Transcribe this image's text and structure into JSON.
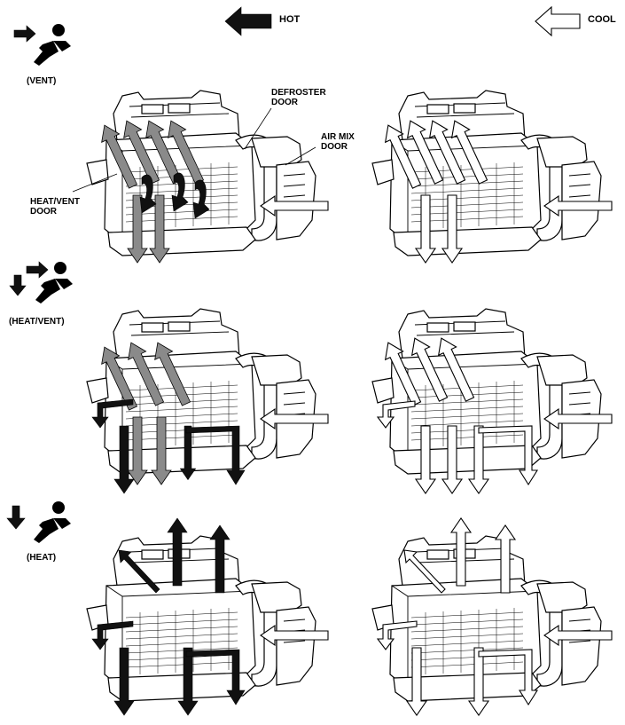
{
  "legend": {
    "hot_label": "HOT",
    "cool_label": "COOL"
  },
  "modes": [
    {
      "label": "(VENT)",
      "icon": "vent-mode-icon"
    },
    {
      "label": "(HEAT/VENT)",
      "icon": "heat-vent-mode-icon"
    },
    {
      "label": "(HEAT)",
      "icon": "heat-mode-icon"
    }
  ],
  "callouts": {
    "defroster_door": "DEFROSTER\nDOOR",
    "air_mix_door": "AIR MIX\nDOOR",
    "heat_vent_door": "HEAT/VENT\nDOOR"
  },
  "colors": {
    "hot_arrow": "#111111",
    "hot_mix_arrow": "#8a8a8a",
    "cool_arrow": "#ffffff",
    "line": "#000000"
  }
}
